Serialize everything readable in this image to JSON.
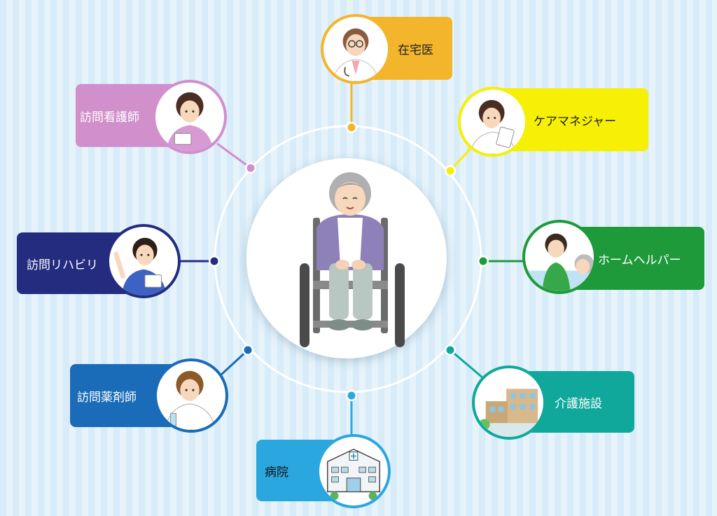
{
  "colors": {
    "zaitakui": "#f3b52c",
    "caremanager": "#f6ef06",
    "homehelper": "#1e9a3b",
    "kaigo": "#0fa89a",
    "hospital": "#2ba7df",
    "pharmacist": "#1a6bb8",
    "rehab": "#242c80",
    "nurse": "#d18fcc"
  },
  "nodes": [
    {
      "id": "zaitakui",
      "label": "在宅医",
      "icon": "doctor-icon"
    },
    {
      "id": "caremanager",
      "label": "ケアマネジャー",
      "icon": "care-manager-icon"
    },
    {
      "id": "homehelper",
      "label": "ホームヘルパー",
      "icon": "home-helper-icon"
    },
    {
      "id": "kaigo",
      "label": "介護施設",
      "icon": "care-facility-icon"
    },
    {
      "id": "hospital",
      "label": "病院",
      "icon": "hospital-icon"
    },
    {
      "id": "pharmacist",
      "label": "訪問薬剤師",
      "icon": "pharmacist-icon"
    },
    {
      "id": "rehab",
      "label": "訪問リハビリ",
      "icon": "therapist-icon"
    },
    {
      "id": "nurse",
      "label": "訪問看護師",
      "icon": "nurse-icon"
    }
  ],
  "center": {
    "icon": "elderly-wheelchair-icon"
  }
}
